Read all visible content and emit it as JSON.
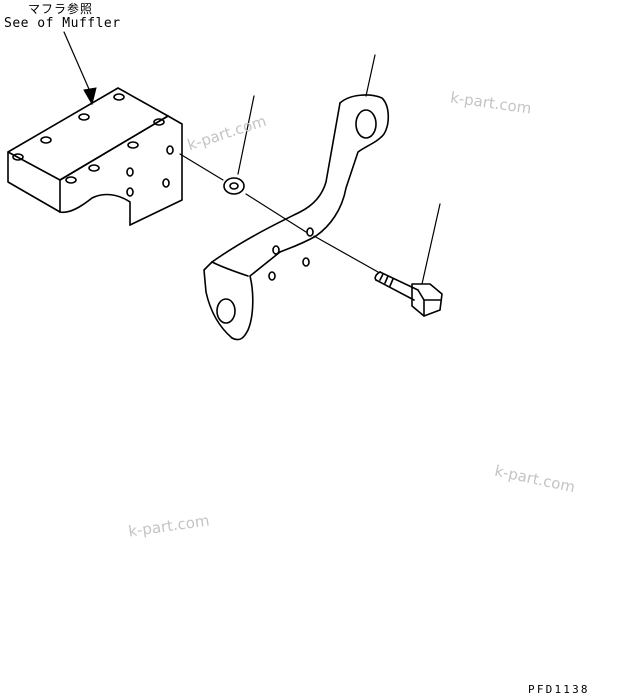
{
  "labels": {
    "muffler_jp": "マフラ参照",
    "muffler_en": "See of Muffler",
    "drawing_code": "PFD1138"
  },
  "watermarks": [
    "k-part.com",
    "k-part.com",
    "k-part.com",
    "k-part.com"
  ],
  "colors": {
    "line": "#000000",
    "watermark": "#c4c4c4",
    "background": "#ffffff"
  }
}
